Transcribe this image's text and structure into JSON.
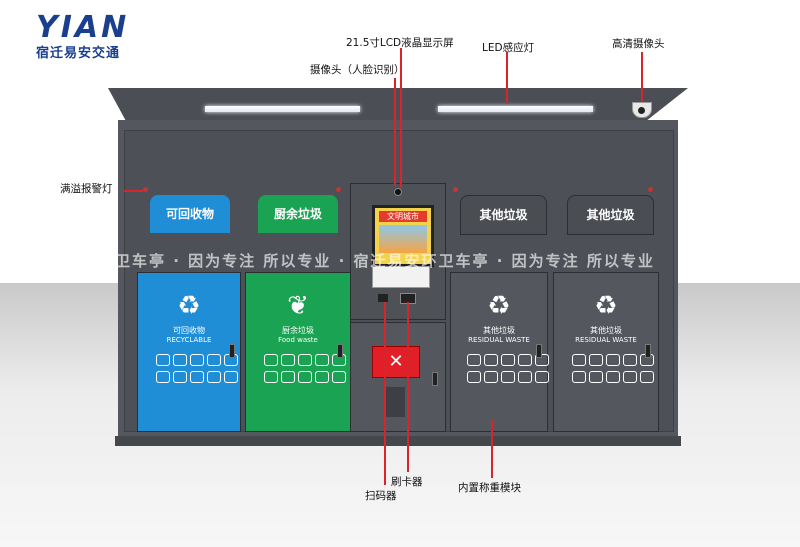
{
  "logo": {
    "en": "YIAN",
    "cn": "宿迁易安交通"
  },
  "annotations": {
    "lcd": "21.5寸LCD液晶显示屏",
    "face_camera": "摄像头（人脸识别）",
    "led": "LED感应灯",
    "hd_camera": "高清摄像头",
    "overflow_alarm": "满溢报警灯",
    "card_reader": "刷卡器",
    "scanner": "扫码器",
    "weighing": "内置称重模块"
  },
  "lids": {
    "recyclable": "可回收物",
    "kitchen": "厨余垃圾",
    "other1": "其他垃圾",
    "other2": "其他垃圾"
  },
  "doors": {
    "recyclable_cn": "可回收物",
    "recyclable_en": "RECYCLABLE",
    "kitchen_cn": "厨余垃圾",
    "kitchen_en": "Food waste",
    "other_cn": "其他垃圾",
    "other_en": "RESIDUAL WASTE"
  },
  "screen": {
    "title": "文明城市"
  },
  "watermark": "宿迁易安环卫车亭 · 因为专注 所以专业 · 宿迁易安环卫车亭 · 因为专注 所以专业",
  "colors": {
    "blue": "#1f8ed6",
    "green": "#1aa352",
    "cabinet": "#54575d",
    "accent_red": "#d7262b",
    "logo_blue": "#1b3f8f"
  }
}
